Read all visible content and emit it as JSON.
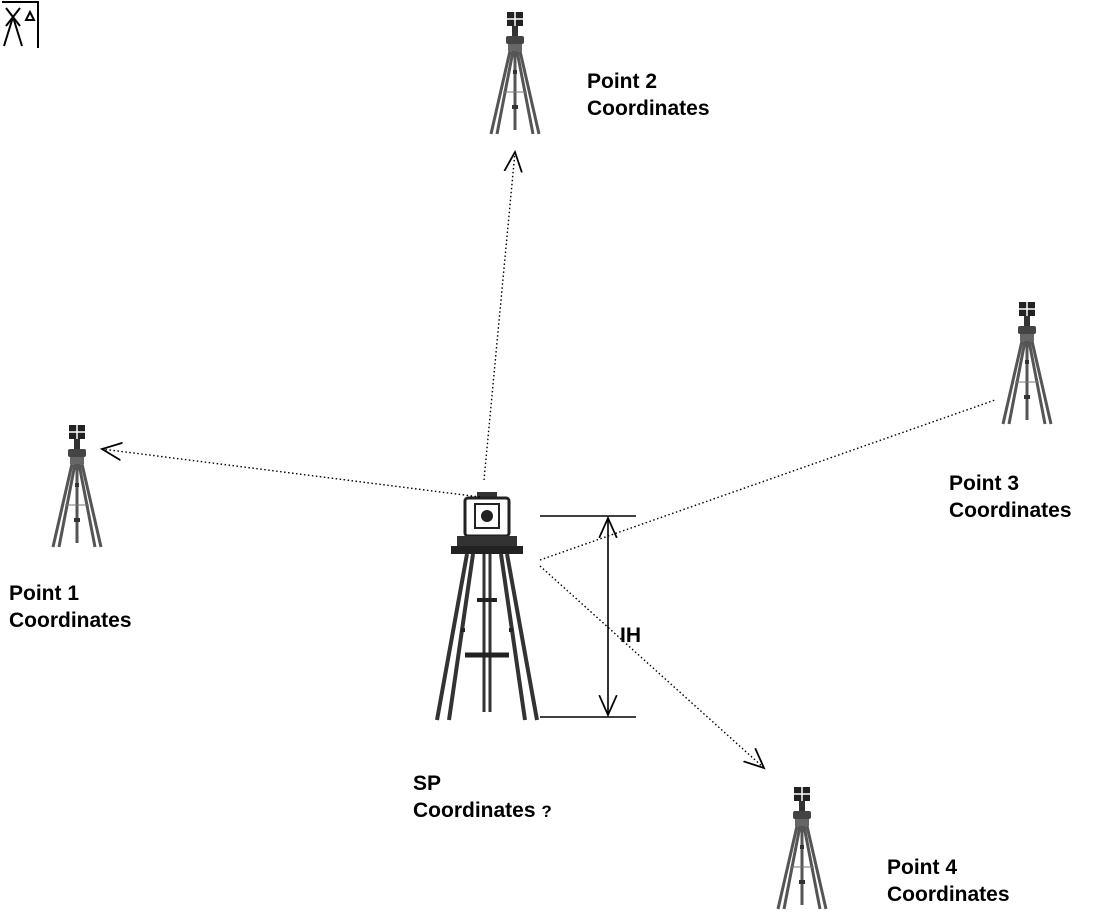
{
  "points": [
    {
      "id": "point-1",
      "name": "Point 1",
      "sub": "Coordinates"
    },
    {
      "id": "point-2",
      "name": "Point 2",
      "sub": "Coordinates"
    },
    {
      "id": "point-3",
      "name": "Point 3",
      "sub": "Coordinates"
    },
    {
      "id": "point-4",
      "name": "Point 4",
      "sub": "Coordinates"
    }
  ],
  "station": {
    "name": "SP",
    "sub": "Coordinates",
    "question": "?"
  },
  "instrument_height_label": "IH",
  "colors": {
    "ink": "#000000",
    "background": "#ffffff"
  },
  "icons": [
    "resection-mode-icon",
    "prism-tripod-icon",
    "total-station-icon"
  ]
}
